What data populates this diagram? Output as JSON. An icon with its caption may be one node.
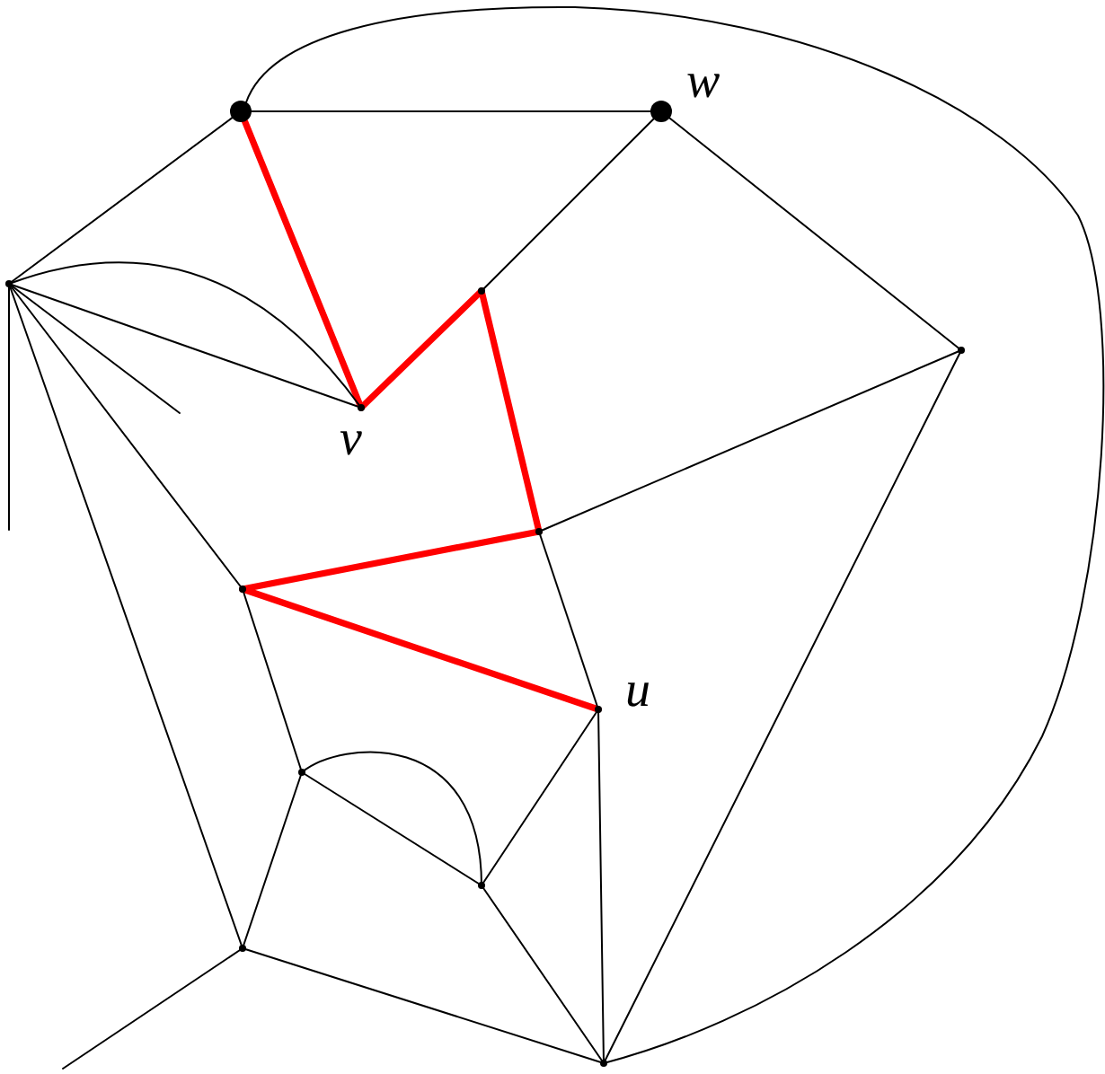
{
  "diagram": {
    "nodes": [
      {
        "text": [],
        "shape": "circle"
      },
      {
        "text": [],
        "shape": "circle",
        "beside": [
          "w"
        ]
      },
      {
        "text": [],
        "shape": "point"
      },
      {
        "text": [],
        "shape": "point"
      },
      {
        "text": [],
        "shape": "point"
      },
      {
        "text": [],
        "shape": "point",
        "beside": [
          "v"
        ]
      },
      {
        "text": [],
        "shape": "point"
      },
      {
        "text": [],
        "shape": "point"
      },
      {
        "text": [],
        "shape": "point",
        "beside": [
          "u"
        ]
      },
      {
        "text": [],
        "shape": "point"
      },
      {
        "text": [],
        "shape": "point"
      },
      {
        "text": [],
        "shape": "point"
      },
      {
        "text": [],
        "shape": "point"
      }
    ],
    "edges": [
      {
        "from": 0,
        "to": 1,
        "arrow": "none"
      },
      {
        "from": 0,
        "to": 2,
        "arrow": "none"
      },
      {
        "from": 0,
        "to": 5,
        "arrow": "none",
        "style": "thick",
        "color": "#ff0000"
      },
      {
        "from": 1,
        "to": 3,
        "arrow": "none"
      },
      {
        "from": 1,
        "to": 4,
        "arrow": "none"
      },
      {
        "from": 2,
        "to": 5,
        "arrow": "none"
      },
      {
        "from": 2,
        "to": 5,
        "arrow": "none"
      },
      {
        "from": 2,
        "to": null,
        "arrow": "none"
      },
      {
        "from": 2,
        "to": null,
        "arrow": "none"
      },
      {
        "from": 2,
        "to": 7,
        "arrow": "none"
      },
      {
        "from": 2,
        "to": 11,
        "arrow": "none"
      },
      {
        "from": 3,
        "to": 5,
        "arrow": "none",
        "style": "thick",
        "color": "#ff0000"
      },
      {
        "from": 3,
        "to": 6,
        "arrow": "none",
        "style": "thick",
        "color": "#ff0000"
      },
      {
        "from": 6,
        "to": 4,
        "arrow": "none"
      },
      {
        "from": 6,
        "to": 7,
        "arrow": "none",
        "style": "thick",
        "color": "#ff0000"
      },
      {
        "from": 7,
        "to": 8,
        "arrow": "none",
        "style": "thick",
        "color": "#ff0000"
      },
      {
        "from": 6,
        "to": 8,
        "arrow": "none"
      },
      {
        "from": 4,
        "to": 12,
        "arrow": "none"
      },
      {
        "from": 7,
        "to": 9,
        "arrow": "none"
      },
      {
        "from": 9,
        "to": 11,
        "arrow": "none"
      },
      {
        "from": 9,
        "to": 10,
        "arrow": "none"
      },
      {
        "from": 9,
        "to": 10,
        "arrow": "none"
      },
      {
        "from": 10,
        "to": 8,
        "arrow": "none"
      },
      {
        "from": 8,
        "to": 12,
        "arrow": "none"
      },
      {
        "from": 10,
        "to": 12,
        "arrow": "none"
      },
      {
        "from": 11,
        "to": 12,
        "arrow": "none"
      },
      {
        "from": 11,
        "to": null,
        "arrow": "none"
      },
      {
        "from": 0,
        "to": 12,
        "arrow": "none"
      }
    ]
  }
}
